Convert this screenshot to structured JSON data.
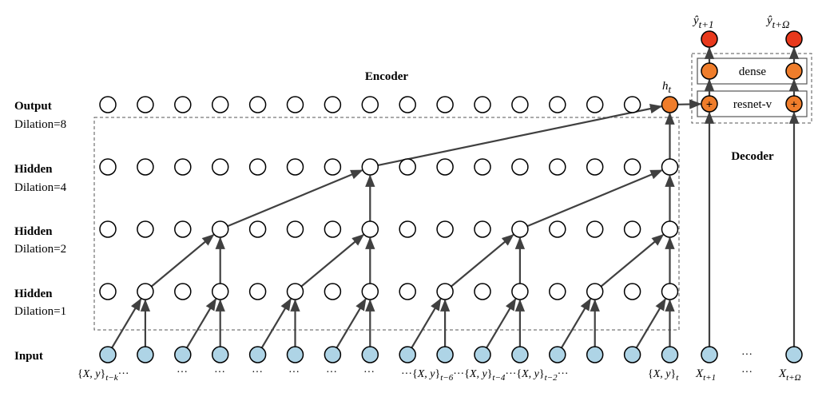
{
  "encoder": {
    "title": "Encoder",
    "layers": [
      {
        "name": "Output",
        "dilation": "Dilation=8"
      },
      {
        "name": "Hidden",
        "dilation": "Dilation=4"
      },
      {
        "name": "Hidden",
        "dilation": "Dilation=2"
      },
      {
        "name": "Hidden",
        "dilation": "Dilation=1"
      },
      {
        "name": "Input",
        "dilation": ""
      }
    ],
    "hidden_state_label": "h_t"
  },
  "decoder": {
    "title": "Decoder",
    "dense_label": "dense",
    "resnet_label": "resnet-v",
    "plus_symbol": "+",
    "outputs": [
      "ŷ_{t+1}",
      "ŷ_{t+Ω}"
    ],
    "inputs": [
      "X_{t+1}",
      "X_{t+Ω}"
    ],
    "ellipsis": "···"
  },
  "input_labels": [
    "{X, y}_{t−k}···",
    "···",
    "···",
    "···",
    "···",
    "···",
    "···{X, y}_{t−6}···{X, y}_{t−4}···{X, y}_{t−2}···",
    "{X, y}_t"
  ],
  "colors": {
    "input_node": "#aed4e6",
    "hidden_node": "#ffffff",
    "output_node": "#ef7d2b",
    "prediction_node": "#e8391c",
    "stroke": "#000000",
    "arrow": "#404040",
    "box": "#555555"
  }
}
